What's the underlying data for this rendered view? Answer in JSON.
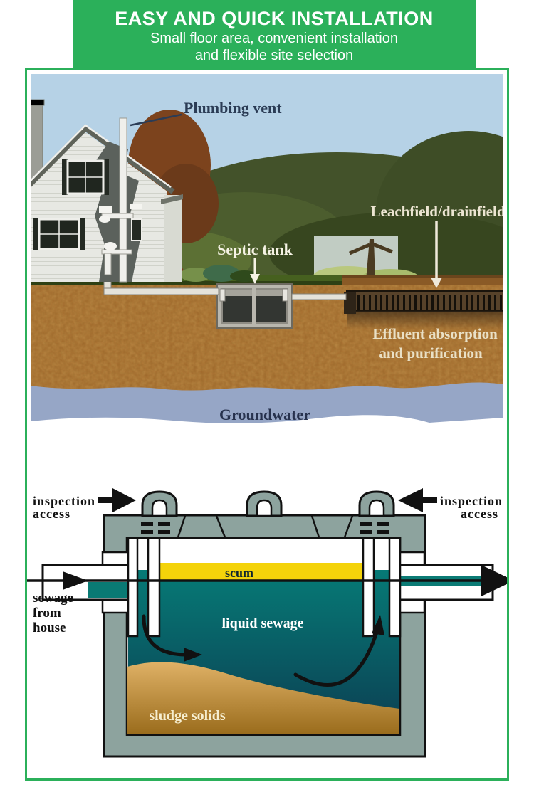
{
  "colors": {
    "accent_green": "#2bb05a",
    "tank_body": "#8da39e",
    "scum_yellow": "#f4d30a",
    "liquid_top": "#067a76",
    "liquid_bottom": "#0c3e52",
    "sludge_top": "#dfb166",
    "sludge_bottom": "#9a6c1c",
    "soil_brown": "#a1672a",
    "groundwater_blue": "#96a6c6",
    "sky_blue": "#b6d2e6"
  },
  "banner": {
    "title": "EASY AND QUICK INSTALLATION",
    "subtitle_line1": "Small floor area, convenient installation",
    "subtitle_line2": "and flexible site selection"
  },
  "system_illustration": {
    "plumbing_vent_label": "Plumbing vent",
    "septic_tank_label": "Septic tank",
    "leachfield_label": "Leachfield/drainfield",
    "effluent_label_line1": "Effluent absorption",
    "effluent_label_line2": "and purification",
    "groundwater_label": "Groundwater"
  },
  "tank_cross_section": {
    "inspection_access_left": {
      "line1": "inspection",
      "line2": "access"
    },
    "inspection_access_right": {
      "line1": "inspection",
      "line2": "access"
    },
    "sewage_from_house": {
      "line1": "sewage",
      "line2": "from",
      "line3": "house"
    },
    "scum_label": "scum",
    "liquid_sewage_label": "liquid sewage",
    "sludge_solids_label": "sludge solids"
  }
}
